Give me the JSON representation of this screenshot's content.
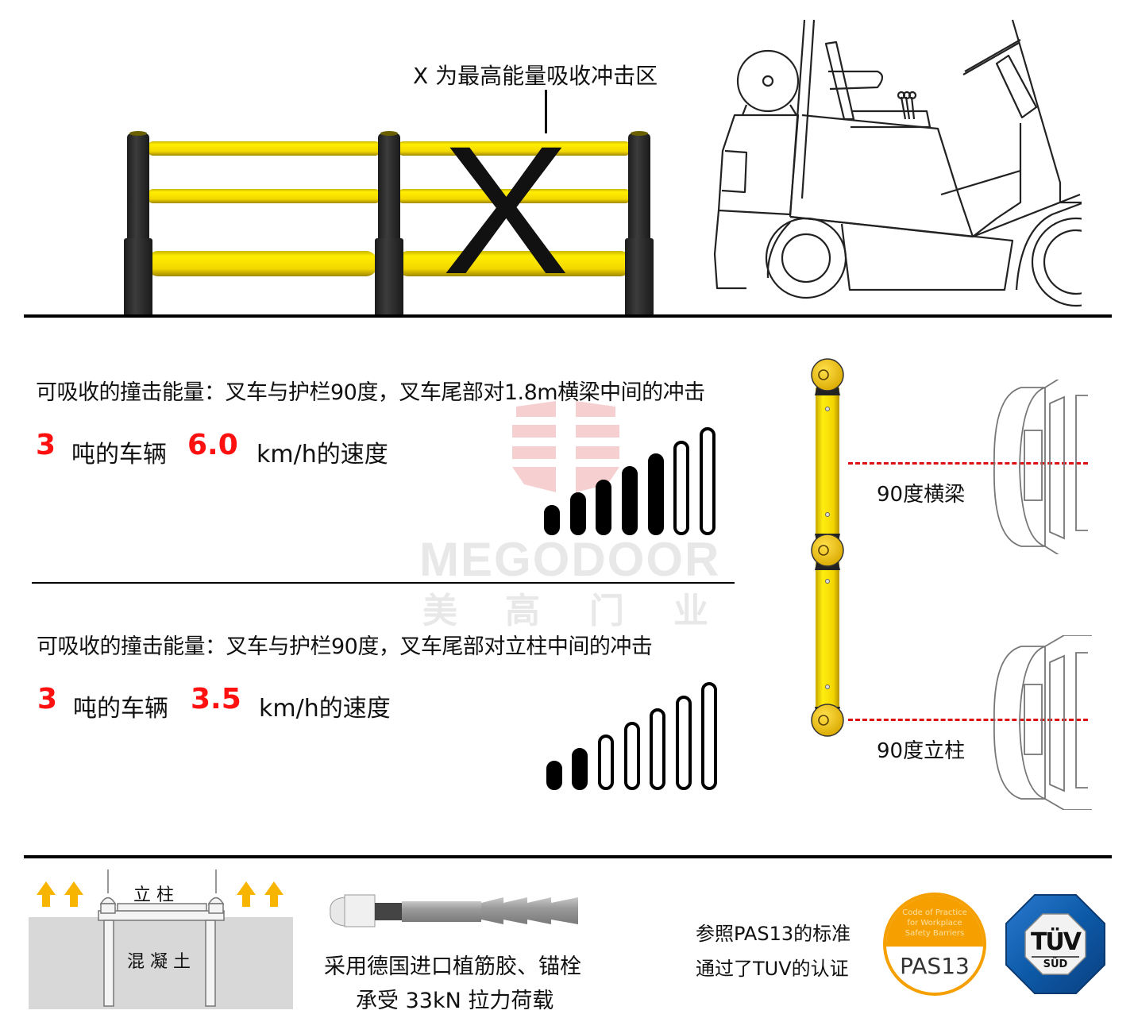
{
  "colors": {
    "accent_red": "#ff1010",
    "barrier_yellow": "#f7e000",
    "post_black": "#2b2b2b",
    "pas_orange": "#f5a000",
    "tuv_blue": "#1060b0",
    "arrow_orange": "#f7b500",
    "dash_red": "#dd1111"
  },
  "top": {
    "callout": "X 为最高能量吸收冲击区",
    "x_mark": "X"
  },
  "watermark": {
    "brand": "MEGODOOR",
    "cn": [
      "美",
      "高",
      "门",
      "业"
    ]
  },
  "sections": [
    {
      "caption": "可吸收的撞击能量：叉车与护栏90度，叉车尾部对1.8m横梁中间的冲击",
      "weight": "3",
      "weight_unit": "吨的车辆",
      "speed": "6.0",
      "speed_unit": "km/h的速度",
      "meter_filled": 5,
      "meter_total": 7
    },
    {
      "caption": "可吸收的撞击能量：叉车与护栏90度，叉车尾部对立柱中间的冲击",
      "weight": "3",
      "weight_unit": "吨的车辆",
      "speed": "3.5",
      "speed_unit": "km/h的速度",
      "meter_filled": 2,
      "meter_total": 7
    }
  ],
  "side_diagram": {
    "label_beam": "90度横梁",
    "label_post": "90度立柱"
  },
  "bottom": {
    "anchor_diagram": {
      "post_label": "立 柱",
      "concrete_label": "混 凝 土"
    },
    "bolt_text_1": "采用德国进口植筋胶、锚栓",
    "bolt_text_2": "承受 33kN 拉力荷载",
    "cert_text_1": "参照PAS13的标准",
    "cert_text_2": "通过了TUV的认证",
    "pas_badge": {
      "line1": "Code of Practice",
      "line2": "for Workplace",
      "line3": "Safety Barriers",
      "title": "PAS13"
    },
    "tuv_badge": {
      "top": "TÜV",
      "bottom": "SÜD"
    }
  }
}
